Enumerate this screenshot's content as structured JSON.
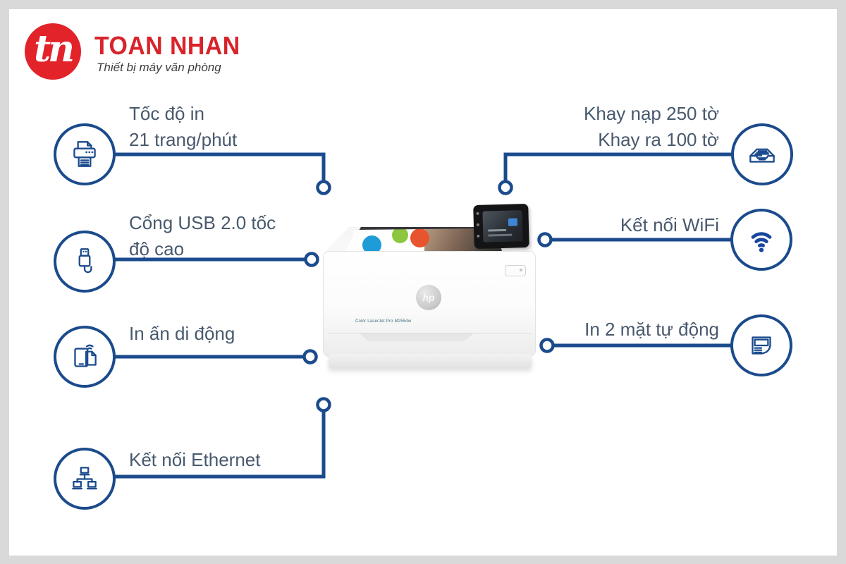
{
  "brand": {
    "monogram": "tn",
    "name": "TOAN NHAN",
    "tagline": "Thiết bị máy văn phòng"
  },
  "colors": {
    "accent_navy": "#1b4b8c",
    "wifi_blue": "#17479e",
    "feature_text": "#48596d",
    "brand_red": "#e2232a",
    "frame_gray": "#d9d9d9"
  },
  "features_left": [
    {
      "icon": "printer-icon",
      "line1": "Tốc độ in",
      "line2": "21 trang/phút"
    },
    {
      "icon": "usb-icon",
      "line1": "Cổng USB 2.0 tốc",
      "line2": "độ cao"
    },
    {
      "icon": "mobile-print-icon",
      "line1": "In ấn di động"
    },
    {
      "icon": "ethernet-icon",
      "line1": "Kết nối Ethernet"
    }
  ],
  "features_right": [
    {
      "icon": "paper-tray-icon",
      "line1": "Khay nạp 250 tờ",
      "line2": "Khay ra 100 tờ"
    },
    {
      "icon": "wifi-icon",
      "line1": "Kết nối WiFi"
    },
    {
      "icon": "duplex-icon",
      "line1": "In 2 mặt tự động"
    }
  ],
  "printer": {
    "model_label": "Color LaserJet Pro M255dw",
    "hp_logo": "hp"
  }
}
